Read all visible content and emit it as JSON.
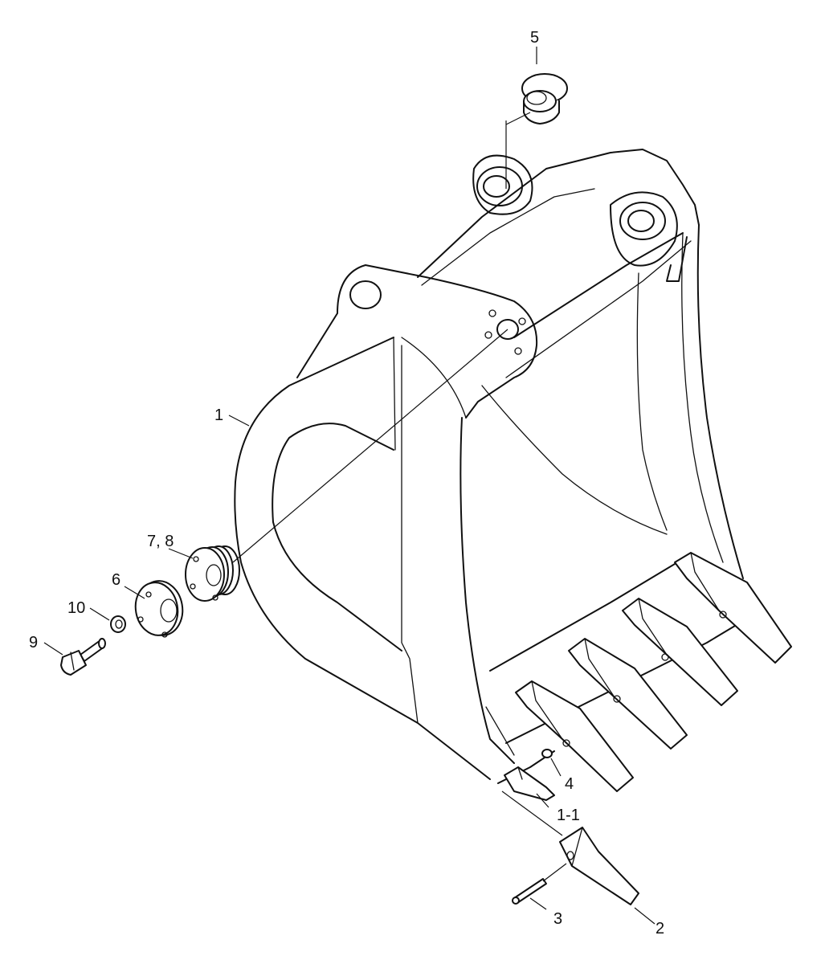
{
  "callouts": {
    "c1": "1",
    "c1_1": "1-1",
    "c2": "2",
    "c3": "3",
    "c4": "4",
    "c5": "5",
    "c6": "6",
    "c7_8": "7, 8",
    "c9": "9",
    "c10": "10"
  },
  "parts": [
    "bucket-body",
    "tooth-adapter",
    "tooth-point",
    "pin",
    "lock-washer",
    "bushing",
    "shim-plate",
    "seal-ring",
    "bolt",
    "washer"
  ],
  "colors": {
    "line": "#111111",
    "background": "#ffffff"
  }
}
